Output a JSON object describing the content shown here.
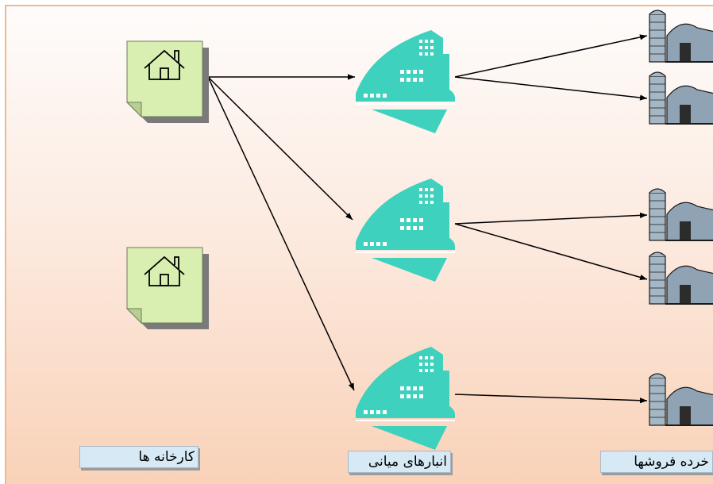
{
  "labels": {
    "factories": "کارخانه ها",
    "warehouses": "انبارهای میانی",
    "retailers": "خرده فروشها"
  },
  "nodes": {
    "factories": [
      {
        "id": "factory-1",
        "icon": "house-note-icon"
      },
      {
        "id": "factory-2",
        "icon": "house-note-icon"
      }
    ],
    "warehouses": [
      {
        "id": "warehouse-1",
        "icon": "warehouse-building-icon"
      },
      {
        "id": "warehouse-2",
        "icon": "warehouse-building-icon"
      },
      {
        "id": "warehouse-3",
        "icon": "warehouse-building-icon"
      }
    ],
    "retailers": [
      {
        "id": "retailer-1",
        "icon": "farm-barn-silo-icon"
      },
      {
        "id": "retailer-2",
        "icon": "farm-barn-silo-icon"
      },
      {
        "id": "retailer-3",
        "icon": "farm-barn-silo-icon"
      },
      {
        "id": "retailer-4",
        "icon": "farm-barn-silo-icon"
      },
      {
        "id": "retailer-5",
        "icon": "farm-barn-silo-icon"
      }
    ]
  },
  "edges": [
    {
      "from": "factory-1",
      "to": "warehouse-1"
    },
    {
      "from": "factory-1",
      "to": "warehouse-2"
    },
    {
      "from": "factory-1",
      "to": "warehouse-3"
    },
    {
      "from": "warehouse-1",
      "to": "retailer-1"
    },
    {
      "from": "warehouse-1",
      "to": "retailer-2"
    },
    {
      "from": "warehouse-2",
      "to": "retailer-3"
    },
    {
      "from": "warehouse-2",
      "to": "retailer-4"
    },
    {
      "from": "warehouse-3",
      "to": "retailer-5"
    }
  ],
  "colors": {
    "note_fill": "#d9efb2",
    "building": "#3ed1bd",
    "label_bg": "#d6e9f5",
    "bg_top": "#fefcfb",
    "bg_bottom": "#f9d2b8"
  }
}
